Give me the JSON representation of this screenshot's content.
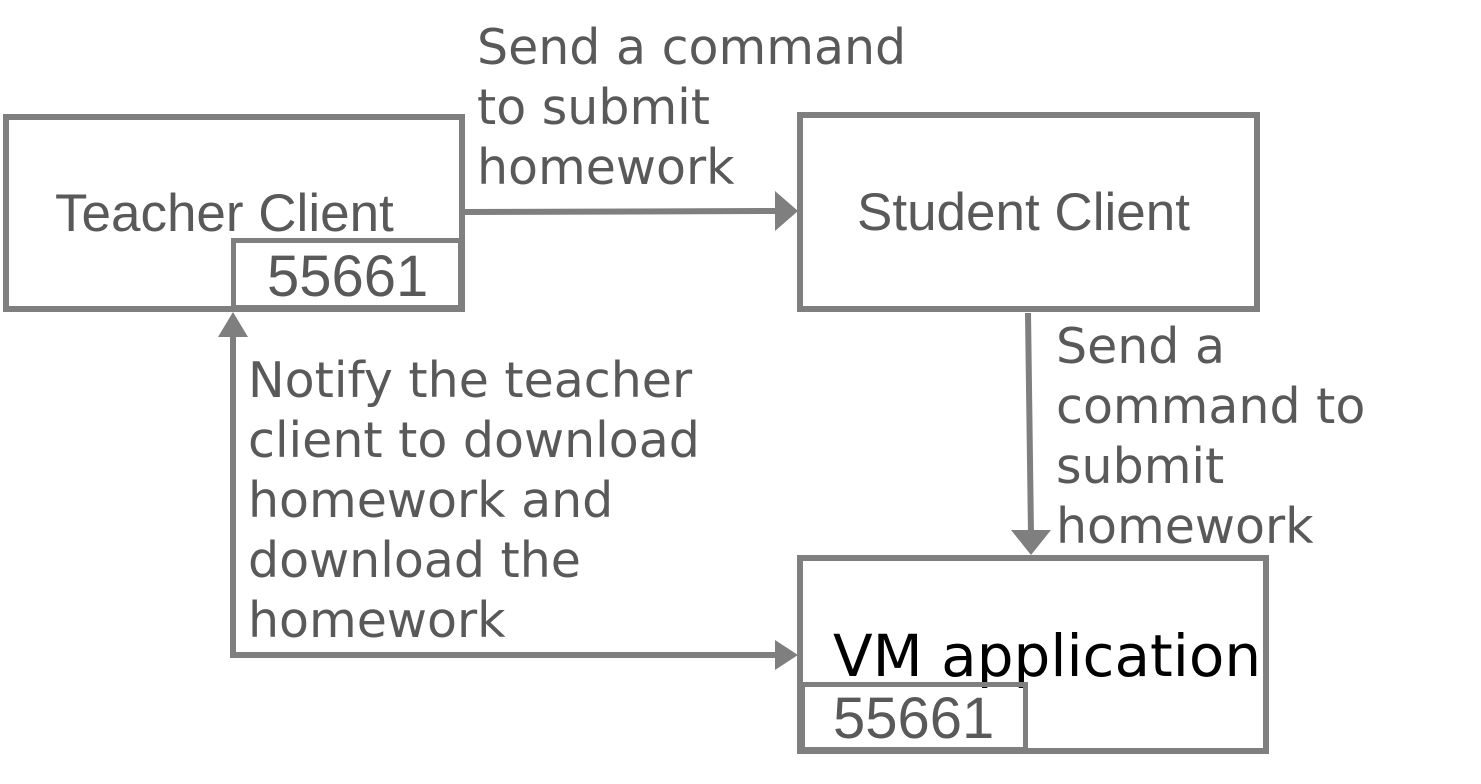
{
  "colors": {
    "line": "#7f7f7f",
    "text": "#595959",
    "vm_text": "#000000"
  },
  "nodes": {
    "teacher": {
      "label": "Teacher Client",
      "port": "55661"
    },
    "student": {
      "label": "Student Client"
    },
    "vm": {
      "label": "VM application",
      "port": "55661"
    }
  },
  "edges": {
    "teacher_to_student": "Send a command\nto submit\nhomework",
    "student_to_vm": "Send a\ncommand to\nsubmit\nhomework",
    "vm_to_teacher": "Notify the teacher\nclient to download\nhomework and\ndownload the\nhomework"
  }
}
